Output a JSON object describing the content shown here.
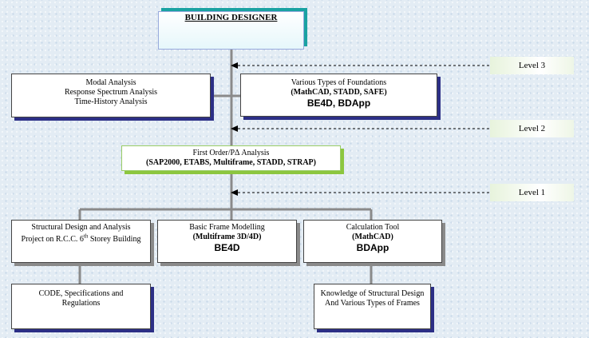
{
  "title": "BUILDING DESIGNER",
  "levels": [
    "Level 3",
    "Level 2",
    "Level 1"
  ],
  "boxes": {
    "modal": {
      "lines": [
        "Modal Analysis",
        "Response Spectrum Analysis",
        "Time-History Analysis"
      ]
    },
    "foundations": {
      "line1": "Various Types of Foundations",
      "line2": "(MathCAD, STADD, SAFE)",
      "line3": "BE4D, BDApp"
    },
    "first_order": {
      "line1": "First Order/PΔ Analysis",
      "line2": "(SAP2000, ETABS, Multiframe, STADD,  STRAP)"
    },
    "structural": {
      "line1": "Structural Design and Analysis",
      "line2_pre": "Project on R.C.C. 6",
      "line2_sup": "th",
      "line2_post": " Storey Building"
    },
    "basic_frame": {
      "line1": "Basic Frame Modelling",
      "line2": "(Multiframe 3D/4D)",
      "line3": "BE4D"
    },
    "calc_tool": {
      "line1": "Calculation Tool",
      "line2": "(MathCAD)",
      "line3": "BDApp"
    },
    "code": {
      "line1": "CODE, Specifications and",
      "line2": "Regulations"
    },
    "knowledge": {
      "line1": "Knowledge of Structural Design",
      "line2": "And Various Types of Frames"
    }
  }
}
